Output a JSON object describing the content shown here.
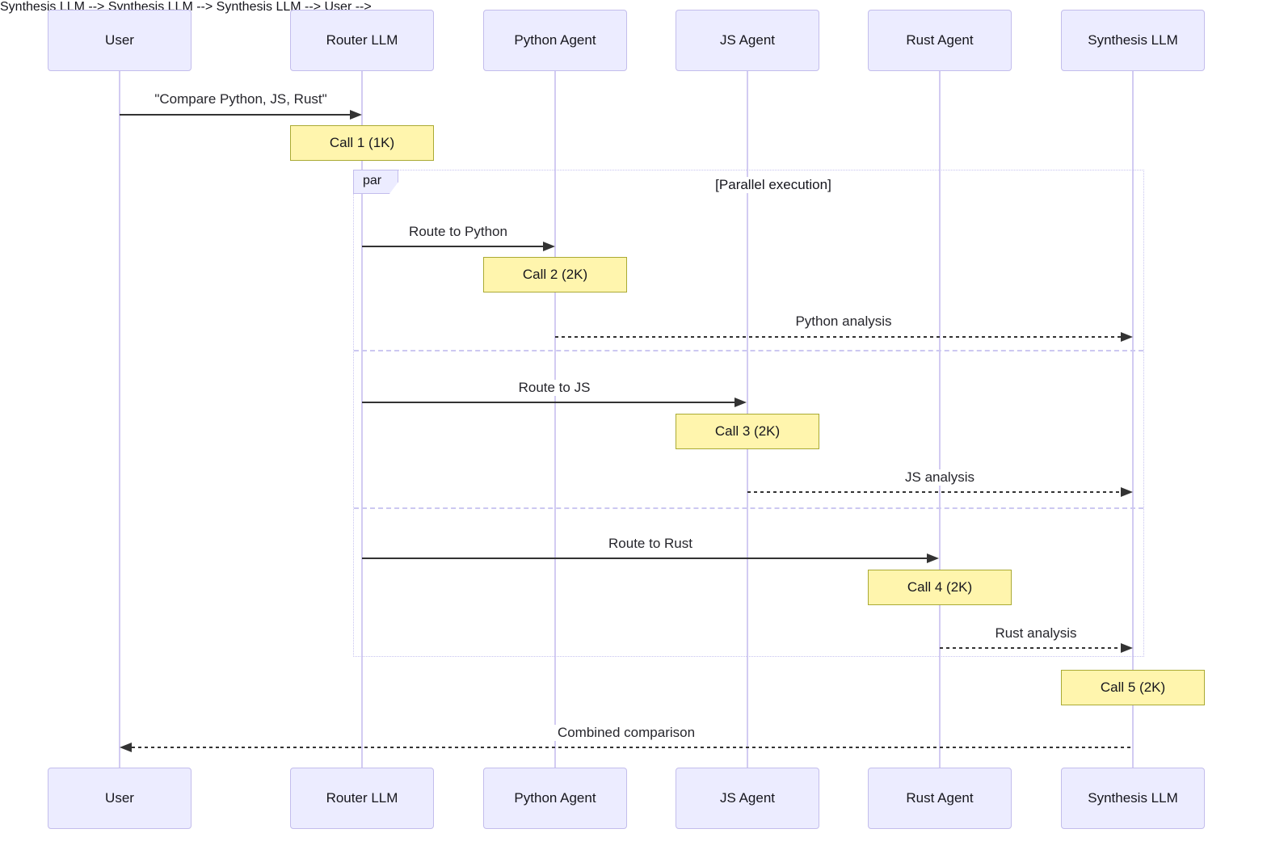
{
  "diagram": {
    "kind": "sequence-diagram",
    "par_block": {
      "label": "par",
      "title": "[Parallel execution]"
    }
  },
  "actors": [
    {
      "name": "User"
    },
    {
      "name": "Router LLM"
    },
    {
      "name": "Python Agent"
    },
    {
      "name": "JS Agent"
    },
    {
      "name": "Rust Agent"
    },
    {
      "name": "Synthesis LLM"
    }
  ],
  "messages": [
    {
      "from": "User",
      "to": "Router LLM",
      "text": "\"Compare Python, JS, Rust\"",
      "style": "solid"
    },
    {
      "from": "Router LLM",
      "to": "Python Agent",
      "text": "Route to Python",
      "style": "solid"
    },
    {
      "from": "Python Agent",
      "to": "Synthesis LLM",
      "text": "Python analysis",
      "style": "dashed"
    },
    {
      "from": "Router LLM",
      "to": "JS Agent",
      "text": "Route to JS",
      "style": "solid"
    },
    {
      "from": "JS Agent",
      "to": "Synthesis LLM",
      "text": "JS analysis",
      "style": "dashed"
    },
    {
      "from": "Router LLM",
      "to": "Rust Agent",
      "text": "Route to Rust",
      "style": "solid"
    },
    {
      "from": "Rust Agent",
      "to": "Synthesis LLM",
      "text": "Rust analysis",
      "style": "dashed"
    },
    {
      "from": "Synthesis LLM",
      "to": "User",
      "text": "Combined comparison",
      "style": "dashed"
    }
  ],
  "notes": [
    {
      "over": "Router LLM",
      "text": "Call 1 (1K)"
    },
    {
      "over": "Python Agent",
      "text": "Call 2 (2K)"
    },
    {
      "over": "JS Agent",
      "text": "Call 3 (2K)"
    },
    {
      "over": "Rust Agent",
      "text": "Call 4 (2K)"
    },
    {
      "over": "Synthesis LLM",
      "text": "Call 5 (2K)"
    }
  ],
  "colors": {
    "actor_fill": "#ECECFF",
    "actor_border": "#C3BDEC",
    "lifeline": "#D2CBF2",
    "note_fill": "#FFF5AD",
    "note_border": "#AAAA33",
    "frame_border": "#C7C3F0",
    "arrow": "#333333"
  }
}
